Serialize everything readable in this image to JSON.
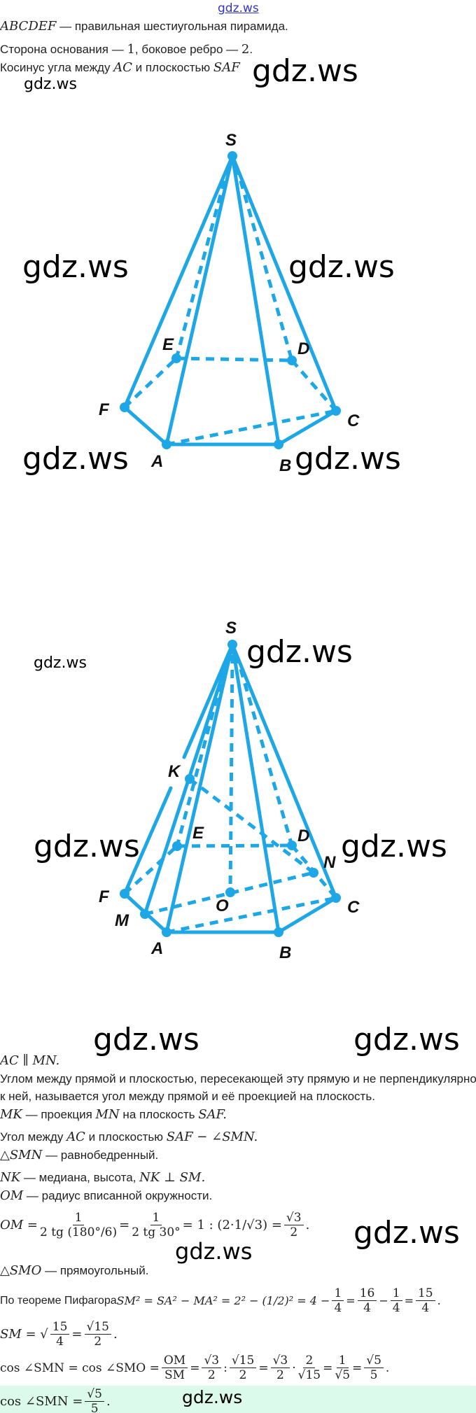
{
  "site_link": "gdz.ws",
  "watermark": "gdz.ws",
  "problem": {
    "l1_math": "ABCDEF",
    "l1_text": " — правильная шестиугольная пирамида.",
    "l2_a": "Сторона основания — ",
    "l2_m1": "1",
    "l2_b": ", боковое ребро — ",
    "l2_m2": "2",
    "l2_c": ".",
    "l3_a": "Косинус угла между ",
    "l3_m1": "AC",
    "l3_b": " и плоскостью ",
    "l3_m2": "SAF"
  },
  "figure1": {
    "labels": {
      "S": "S",
      "E": "E",
      "D": "D",
      "F": "F",
      "C": "C",
      "A": "A",
      "B": "B"
    }
  },
  "figure2": {
    "labels": {
      "S": "S",
      "K": "K",
      "E": "E",
      "D": "D",
      "N": "N",
      "F": "F",
      "M": "M",
      "O": "O",
      "C": "C",
      "A": "A",
      "B": "B"
    }
  },
  "solution": {
    "s1": "AC ∥ MN.",
    "s2": "Углом между прямой и плоскостью, пересекающей эту прямую и не перпендикулярной",
    "s3": "к ней, называется угол между прямой и её проекцией на плоскость.",
    "s4_m1": "MK",
    "s4_a": " — проекция ",
    "s4_m2": "MN",
    "s4_b": " на плоскость ",
    "s4_m3": "SAF.",
    "s5_a": "Угол между ",
    "s5_m1": "AC",
    "s5_b": " и плоскостью ",
    "s5_m2": "SAF − ∠SMN.",
    "s6_m": "△SMN",
    "s6_t": " — равнобедренный.",
    "s7_m1": "NK",
    "s7_t": " — медиана, высота, ",
    "s7_m2": "NK ⊥ SM.",
    "s8_m": "OM",
    "s8_t": " — радиус вписанной окружности.",
    "om": {
      "lhs": "OM =",
      "f1n": "1",
      "f1d": "2 tg (180°/6)",
      "eq1": "=",
      "f2n": "1",
      "f2d": "2 tg 30°",
      "mid": "= 1 : (2·1/√3) =",
      "f3n": "√3",
      "f3d": "2",
      "end": "."
    },
    "s9_m": "△SMO",
    "s9_t": " — прямоугольный.",
    "pyth": {
      "text": "По теореме Пифагора ",
      "expr": "SM² = SA² − MA² = 2² − (1/2)² = 4 −",
      "f1n": "1",
      "f1d": "4",
      "eq": "=",
      "f2n": "16",
      "f2d": "4",
      "minus": "−",
      "f3n": "1",
      "f3d": "4",
      "eq2": "=",
      "f4n": "15",
      "f4d": "4",
      "end": "."
    },
    "sm": {
      "lhs": "SM = √",
      "f1n": "15",
      "f1d": "4",
      "eq": "=",
      "f2n": "√15",
      "f2d": "2",
      "end": "."
    },
    "cos": {
      "lhs": "cos ∠SMN = cos ∠SMO =",
      "f1n": "OM",
      "f1d": "SM",
      "eq1": "=",
      "f2n": "√3",
      "f2d": "2",
      "colon": ":",
      "f3n": "√15",
      "f3d": "2",
      "eq2": "=",
      "f4n": "√3",
      "f4d": "2",
      "dot": "·",
      "f5n": "2",
      "f5d": "√15",
      "eq3": "=",
      "f6n": "1",
      "f6d": "√5",
      "eq4": "=",
      "f7n": "√5",
      "f7d": "5",
      "end": "."
    },
    "answer": {
      "lhs": "cos ∠SMN =",
      "fn": "√5",
      "fd": "5",
      "end": "."
    }
  },
  "colors": {
    "figure": "#1ea7e6",
    "answer_bg": "#dcfaec",
    "link": "#3333cc"
  }
}
